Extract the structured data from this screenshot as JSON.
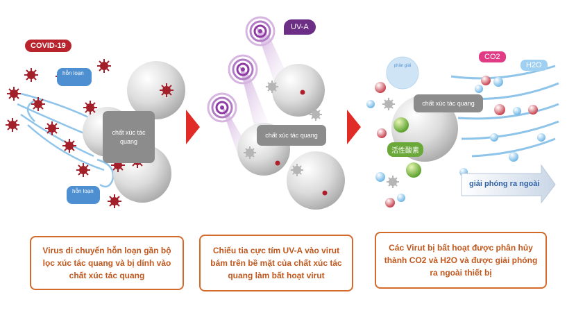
{
  "panel1": {
    "covid_label": "COVID-19",
    "mix_label_top": "hỗn loạn",
    "mix_label_bottom": "hỗn loạn",
    "catalyst_label": "chất xúc tác quang",
    "caption": "Virus di chuyển hỗn loạn gần bộ lọc xúc tác quang và bị dính vào chất xúc tác quang"
  },
  "panel2": {
    "uv_label": "UV-A",
    "catalyst_label": "chất xúc tác quang",
    "caption": "Chiếu tia cực tím UV-A vào virut bám trên bề mặt của chất xúc tác quang làm bất hoạt virut"
  },
  "panel3": {
    "release_small_label": "phân giải",
    "co2_label": "CO2",
    "h2o_label": "H2O",
    "catalyst_label": "chất xúc tác quang",
    "active_oxygen_label": "活性酸素",
    "release_label": "giải phóng ra ngoài",
    "caption": "Các Virut bị bất hoạt được phân hủy thành CO2 và H2O và được giải phóng ra ngoài thiết bị"
  },
  "colors": {
    "virus": "#a3202b",
    "caption_border": "#d36a2a",
    "caption_text": "#c0571d",
    "arrow": "#e02b26",
    "uv_ring": "#8e3aa3"
  },
  "icons": [
    "virus-icon",
    "uv-lamp-icon",
    "wind-swirl-icon",
    "molecule-icon",
    "step-arrow-icon"
  ]
}
